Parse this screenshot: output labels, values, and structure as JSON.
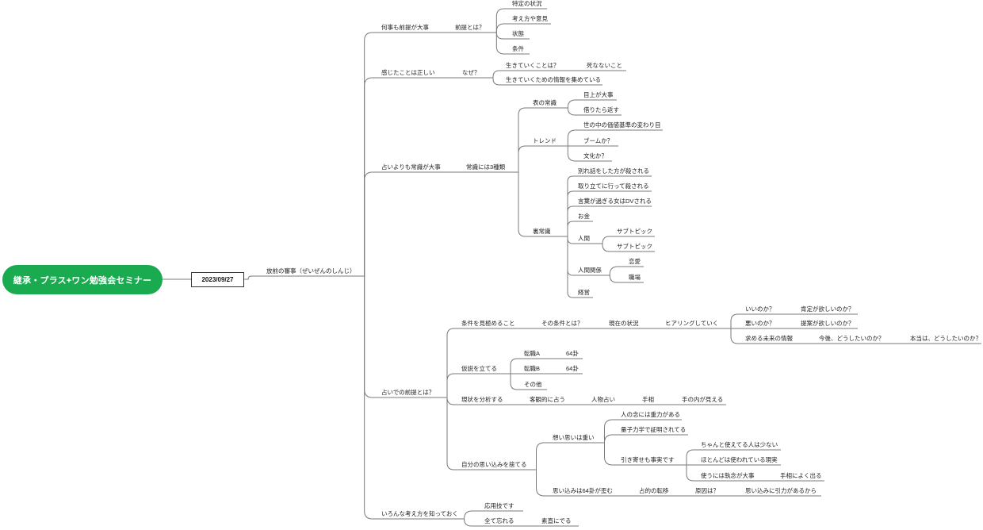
{
  "colors": {
    "root_fill": "#1aab50",
    "connector": "#7a7a7a",
    "text": "#222222"
  },
  "root": {
    "title": "継承・プラス+ワン勉強会セミナー"
  },
  "date_node": {
    "label": "2023/09/27"
  },
  "topic": {
    "label": "放前の審事（ぜいぜんのしんじ）"
  },
  "nodes": {
    "b1": "何事も前提が大事",
    "b1_1": "前提とは？",
    "b1_1_1": "特定の状況",
    "b1_1_2": "考え方や意見",
    "b1_1_3": "状態",
    "b1_1_4": "条件",
    "b2": "感じたことは正しい",
    "b2_1": "なぜ？",
    "b2_1_1": "生きていくことは？",
    "b2_1_1_1": "死なないこと",
    "b2_1_2": "生きていくための情報を集めている",
    "b3": "占いよりも常識が大事",
    "b3_1": "常識には3種類",
    "b3_1_1": "表の常識",
    "b3_1_1_1": "目上が大事",
    "b3_1_1_2": "借りたら返す",
    "b3_1_2": "トレンド",
    "b3_1_2_1": "世の中の価値基準の変わり目",
    "b3_1_2_2": "ブームか？",
    "b3_1_2_3": "文化か？",
    "b3_1_3": "裏常識",
    "b3_1_3_1": "別れ話をした方が殺される",
    "b3_1_3_2": "取り立てに行って殺される",
    "b3_1_3_3": "言葉が過ぎる女はDVされる",
    "b3_1_3_4": "お金",
    "b3_1_3_5": "人間",
    "b3_1_3_5_1": "サブトピック",
    "b3_1_3_5_2": "サブトピック",
    "b3_1_3_6": "人間関係",
    "b3_1_3_6_1": "恋愛",
    "b3_1_3_6_2": "職場",
    "b3_1_3_7": "経営",
    "b4": "占いでの前提とは？",
    "b4_1": "条件を見極めること",
    "b4_1_1": "その条件とは？",
    "b4_1_1_1": "現在の状況",
    "b4_1_1_1_1": "ヒアリングしていく",
    "b4_1_1_1_1_1": "いいのか？",
    "b4_1_1_1_1_1_1": "肯定が欲しいのか？",
    "b4_1_1_1_1_2": "悪いのか？",
    "b4_1_1_1_1_2_1": "提案が欲しいのか？",
    "b4_1_1_1_1_3": "求める未来の情報",
    "b4_1_1_1_1_3_1": "今後、どうしたいのか？",
    "b4_1_1_1_1_3_1_1": "本当は、どうしたいのか？",
    "b4_2": "仮説を立てる",
    "b4_2_1": "転職A",
    "b4_2_1_1": "64卦",
    "b4_2_2": "転職B",
    "b4_2_2_1": "64卦",
    "b4_2_3": "その他",
    "b4_3": "現状を分析する",
    "b4_3_1": "客観的に占う",
    "b4_3_1_1": "人物占い",
    "b4_3_1_1_1": "手相",
    "b4_3_1_1_1_1": "手の内が見える",
    "b4_4": "自分の思い込みを捨てる",
    "b4_4_1": "想い思いは重い",
    "b4_4_1_1": "人の念には重力がある",
    "b4_4_1_2": "量子力学で証明されてる",
    "b4_4_1_3": "引き寄せも事実です",
    "b4_4_1_3_1": "ちゃんと使えてる人は少ない",
    "b4_4_1_3_2": "ほとんどは使われている現実",
    "b4_4_1_3_3": "使うには執念が大事",
    "b4_4_1_3_3_1": "手相によく出る",
    "b4_4_2": "思い込みは64卦が歪む",
    "b4_4_2_1": "占的の転移",
    "b4_4_2_1_1": "原因は？",
    "b4_4_2_1_1_1": "思い込みに引力があるから",
    "b5": "いろんな考え方を知っておく",
    "b5_1": "応用技です",
    "b5_2": "全て忘れる",
    "b5_2_1": "素直にでる"
  }
}
